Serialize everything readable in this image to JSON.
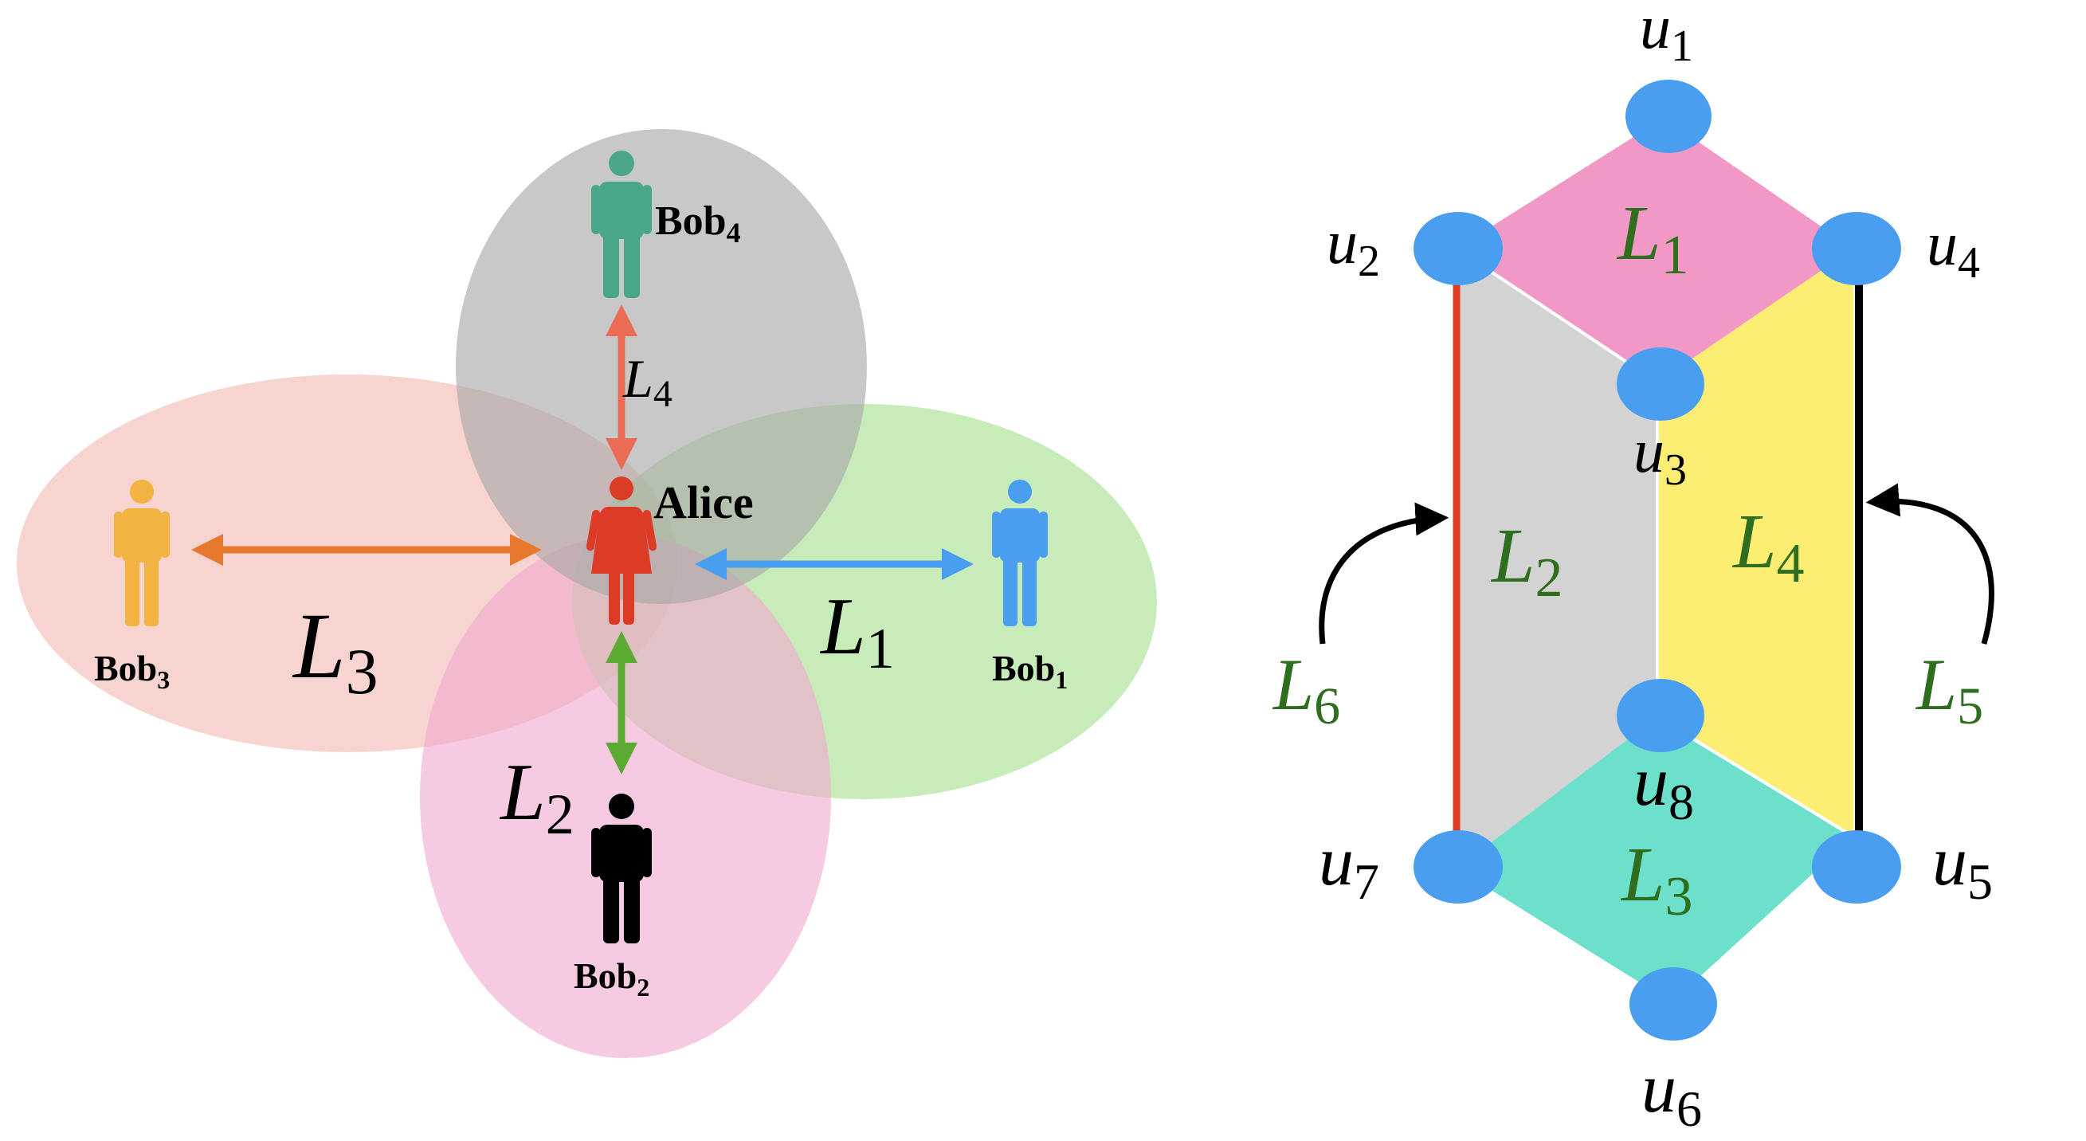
{
  "left_diagram": {
    "people": {
      "alice": {
        "label": "Alice",
        "color": "#dc3b26"
      },
      "bob1": {
        "name": "Bob",
        "sub": "1",
        "color": "#4a9ef0"
      },
      "bob2": {
        "name": "Bob",
        "sub": "2",
        "color": "#000000"
      },
      "bob3": {
        "name": "Bob",
        "sub": "3",
        "color": "#f2b340"
      },
      "bob4": {
        "name": "Bob",
        "sub": "4",
        "color": "#4aa68a"
      }
    },
    "ellipses": [
      {
        "id": "L1",
        "color": "#a9e295"
      },
      {
        "id": "L2",
        "color": "#f1a9cf"
      },
      {
        "id": "L3",
        "color": "#f3b8b0"
      },
      {
        "id": "L4",
        "color": "#a7a7a7"
      }
    ],
    "links": [
      {
        "id": "L1",
        "name": "L",
        "sub": "1",
        "color": "#4a9ef0"
      },
      {
        "id": "L2",
        "name": "L",
        "sub": "2",
        "color": "#5aaa32"
      },
      {
        "id": "L3",
        "name": "L",
        "sub": "3",
        "color": "#e9782f"
      },
      {
        "id": "L4",
        "name": "L",
        "sub": "4",
        "color": "#ea6c55"
      }
    ]
  },
  "right_diagram": {
    "nodes": [
      {
        "name": "u",
        "sub": "1"
      },
      {
        "name": "u",
        "sub": "2"
      },
      {
        "name": "u",
        "sub": "3"
      },
      {
        "name": "u",
        "sub": "4"
      },
      {
        "name": "u",
        "sub": "5"
      },
      {
        "name": "u",
        "sub": "6"
      },
      {
        "name": "u",
        "sub": "7"
      },
      {
        "name": "u",
        "sub": "8"
      }
    ],
    "node_color": "#4a9ef0",
    "faces": [
      {
        "id": "L1",
        "name": "L",
        "sub": "1",
        "color": "#f298c6"
      },
      {
        "id": "L2",
        "name": "L",
        "sub": "2",
        "color": "#d3d3d3"
      },
      {
        "id": "L3",
        "name": "L",
        "sub": "3",
        "color": "#6de0cc"
      },
      {
        "id": "L4",
        "name": "L",
        "sub": "4",
        "color": "#fbee73"
      }
    ],
    "edges": [
      {
        "id": "L5",
        "name": "L",
        "sub": "5",
        "color": "#000000"
      },
      {
        "id": "L6",
        "name": "L",
        "sub": "6",
        "color": "#dc3b26"
      }
    ],
    "label_color": "#2f6e1f"
  }
}
